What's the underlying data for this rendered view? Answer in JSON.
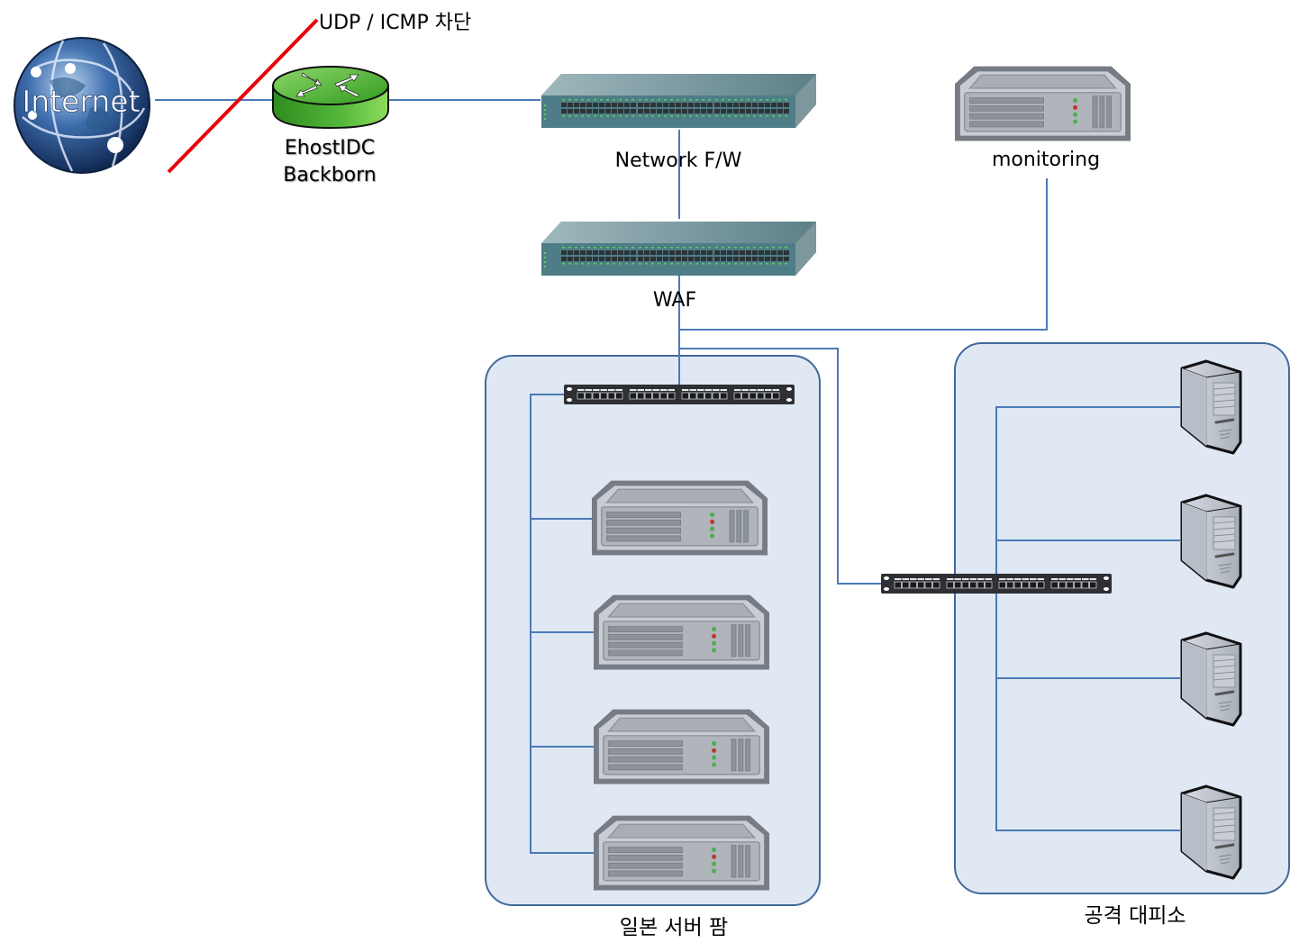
{
  "diagram": {
    "title": "Network topology",
    "block_annotation": "UDP / ICMP 차단",
    "nodes": {
      "internet": {
        "label": "Internet",
        "type": "cloud-globe"
      },
      "backbone": {
        "label_line1": "EhostIDC",
        "label_line2": "Backborn",
        "type": "router"
      },
      "network_fw": {
        "label": "Network F/W",
        "type": "switch"
      },
      "waf": {
        "label": "WAF",
        "type": "switch"
      },
      "monitoring": {
        "label": "monitoring",
        "type": "rack-server"
      }
    },
    "groups": [
      {
        "id": "japan-server-farm",
        "label": "일본 서버 팜",
        "patch_panel": true,
        "servers": 4,
        "server_type": "rack-server"
      },
      {
        "id": "attack-shelter",
        "label": "공격 대피소",
        "patch_panel": true,
        "servers": 4,
        "server_type": "tower-server"
      }
    ],
    "links": [
      [
        "internet",
        "backbone"
      ],
      [
        "backbone",
        "network_fw"
      ],
      [
        "network_fw",
        "waf"
      ],
      [
        "waf",
        "japan-server-farm"
      ],
      [
        "waf",
        "attack-shelter"
      ],
      [
        "monitoring",
        "waf"
      ]
    ],
    "colors": {
      "link": "#4a7ab8",
      "block_line": "#e8000b",
      "group_fill": "#e0e8f4",
      "group_border": "#41699c",
      "switch_body": "#4f7d87",
      "router_green": "#3fa82a",
      "server_gray": "#a9acb3"
    }
  }
}
